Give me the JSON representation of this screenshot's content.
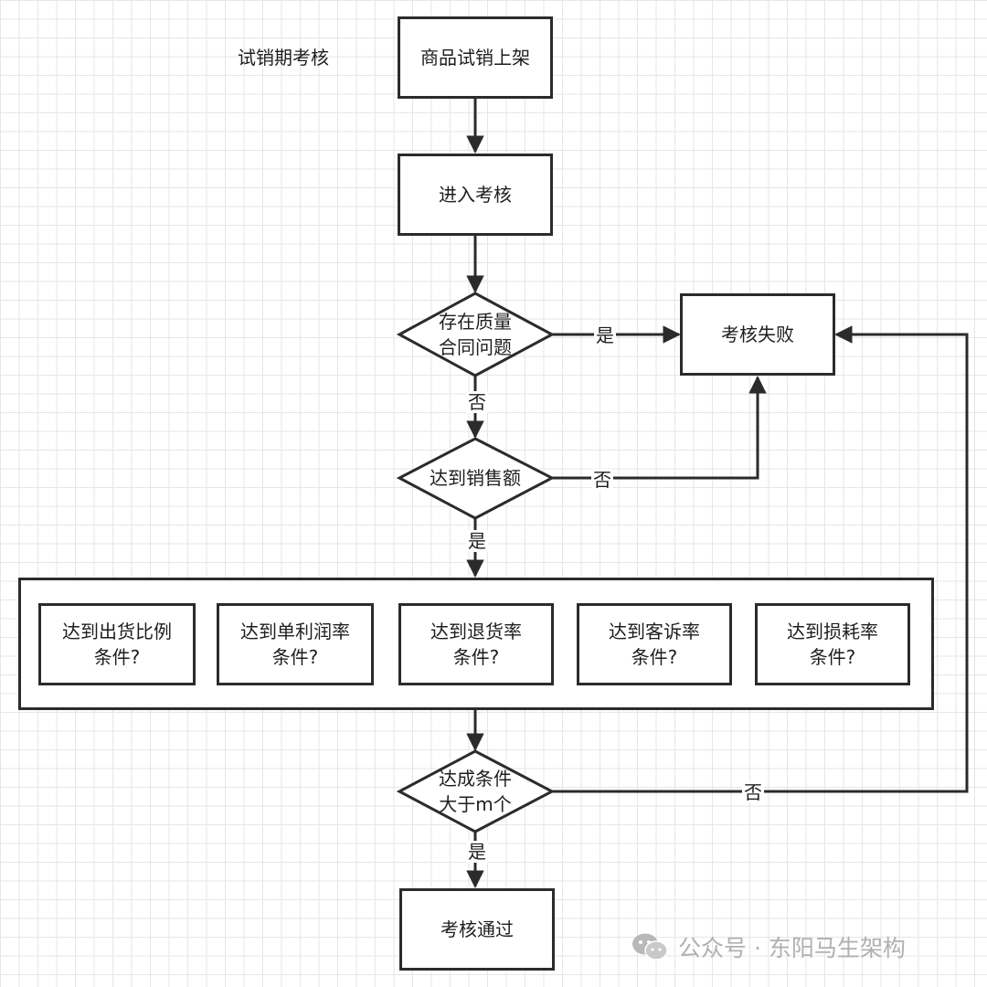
{
  "section_label": "试销期考核",
  "nodes": {
    "listing": "商品试销上架",
    "enter_review": "进入考核",
    "q_quality": "存在质量\n合同问题",
    "q_sales": "达到销售额",
    "fail": "考核失败",
    "cond_shipping": "达到出货比例\n条件?",
    "cond_profit": "达到单利润率\n条件?",
    "cond_return": "达到退货率\n条件?",
    "cond_complaint": "达到客诉率\n条件?",
    "cond_loss": "达到损耗率\n条件?",
    "q_conditions": "达成条件\n大于m个",
    "pass": "考核通过"
  },
  "edge_labels": {
    "quality_yes": "是",
    "quality_no": "否",
    "sales_no": "否",
    "sales_yes": "是",
    "conditions_no": "否",
    "conditions_yes": "是"
  },
  "watermark": {
    "icon": "wechat-icon",
    "text": "公众号 · 东阳马生架构"
  }
}
